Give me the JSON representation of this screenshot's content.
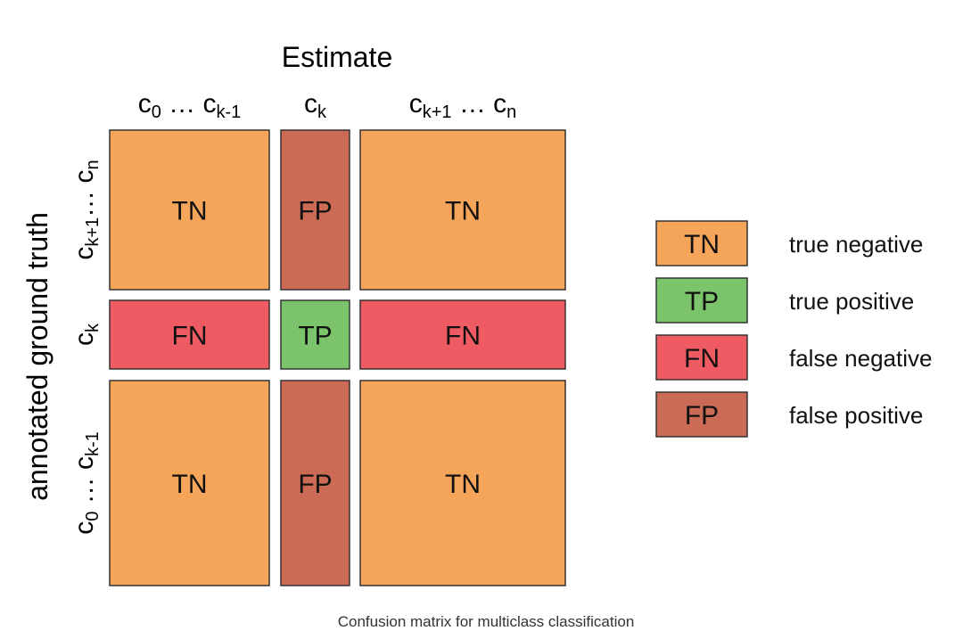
{
  "estimate_label": "Estimate",
  "ground_truth_label": "annotated ground truth",
  "column_headers": [
    {
      "base": "c",
      "sub": "0",
      "sep": " … ",
      "base2": "c",
      "sub2": "k-1"
    },
    {
      "base": "c",
      "sub": "k"
    },
    {
      "base": "c",
      "sub": "k+1",
      "sep": " … ",
      "base2": "c",
      "sub2": "n"
    }
  ],
  "row_headers": [
    {
      "base": "c",
      "sub": "k+1",
      "sep": "… ",
      "base2": "c",
      "sub2": "n"
    },
    {
      "base": "c",
      "sub": "k"
    },
    {
      "base": "c",
      "sub": "0",
      "sep": " … ",
      "base2": "c",
      "sub2": "k-1"
    }
  ],
  "cells": [
    [
      "TN",
      "FP",
      "TN"
    ],
    [
      "FN",
      "TP",
      "FN"
    ],
    [
      "TN",
      "FP",
      "TN"
    ]
  ],
  "colors": {
    "TN": "#f5a55a",
    "TP": "#7bc46b",
    "FN": "#ef5b63",
    "FP": "#cc6b55"
  },
  "legend": [
    {
      "code": "TN",
      "label": "true negative"
    },
    {
      "code": "TP",
      "label": "true positive"
    },
    {
      "code": "FN",
      "label": "false negative"
    },
    {
      "code": "FP",
      "label": "false positive"
    }
  ],
  "caption": "Confusion matrix for multiclass classification"
}
